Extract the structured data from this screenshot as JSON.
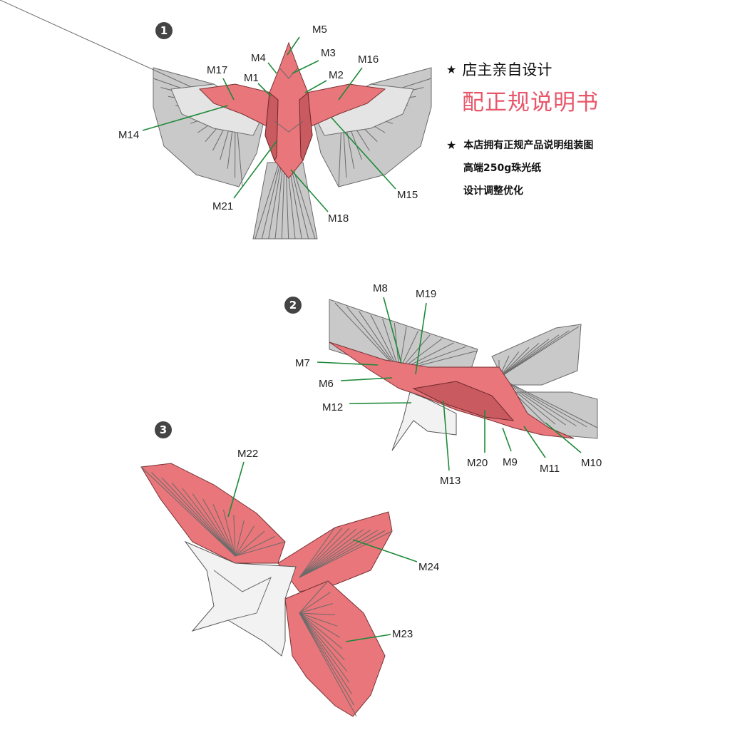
{
  "steps": [
    "1",
    "2",
    "3"
  ],
  "info": {
    "headline": "店主亲自设计",
    "highlight": "配正规说明书",
    "bullet": "本店拥有正规产品说明组装图",
    "paper": "高端250g珠光纸",
    "design": "设计调整优化",
    "star_icon": "star-icon",
    "highlight_color": "#e8566a"
  },
  "labels": {
    "m1": "M1",
    "m2": "M2",
    "m3": "M3",
    "m4": "M4",
    "m5": "M5",
    "m6": "M6",
    "m7": "M7",
    "m8": "M8",
    "m9": "M9",
    "m10": "M10",
    "m11": "M11",
    "m12": "M12",
    "m13": "M13",
    "m14": "M14",
    "m15": "M15",
    "m16": "M16",
    "m17": "M17",
    "m18": "M18",
    "m19": "M19",
    "m20": "M20",
    "m21": "M21",
    "m22": "M22",
    "m23": "M23",
    "m24": "M24"
  },
  "colors": {
    "paper_red": "#e8767a",
    "paper_gray": "#c9c9c9",
    "leader": "#1f8a3a"
  }
}
